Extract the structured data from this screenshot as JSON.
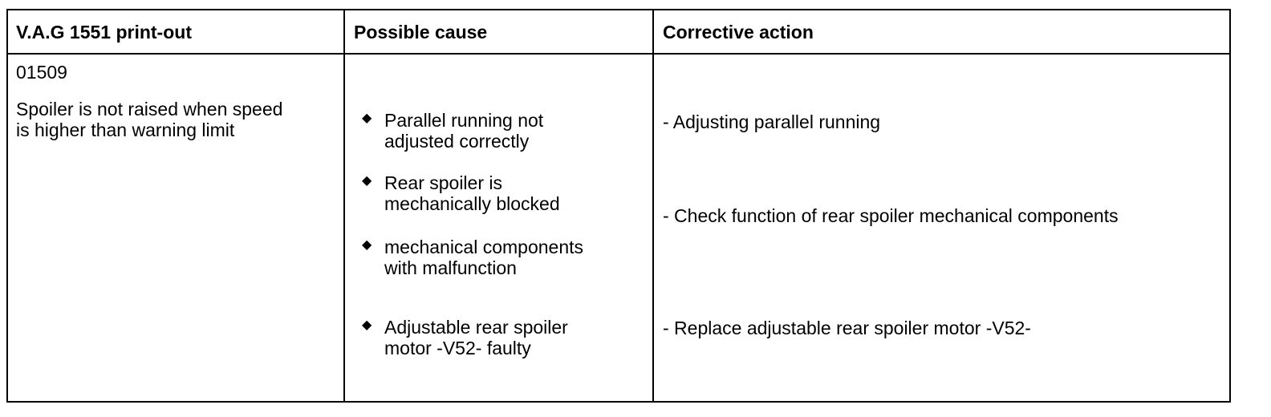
{
  "headers": {
    "col1": "V.A.G 1551 print-out",
    "col2": "Possible cause",
    "col3": "Corrective action"
  },
  "row": {
    "code": "01509",
    "description_lines": [
      "Spoiler is not raised when speed",
      "is higher than warning limit"
    ],
    "causes": [
      {
        "lines": [
          "Parallel running not",
          "adjusted correctly"
        ]
      },
      {
        "lines": [
          "Rear spoiler is",
          "mechanically blocked"
        ]
      },
      {
        "lines": [
          "mechanical components",
          "with malfunction"
        ]
      },
      {
        "lines": [
          "Adjustable rear spoiler",
          "motor -V52- faulty"
        ]
      }
    ],
    "actions": [
      "- Adjusting parallel running",
      "- Check function of rear spoiler mechanical components",
      "- Replace adjustable rear spoiler motor -V52-"
    ]
  },
  "icons": {
    "bullet": "diamond-icon"
  }
}
